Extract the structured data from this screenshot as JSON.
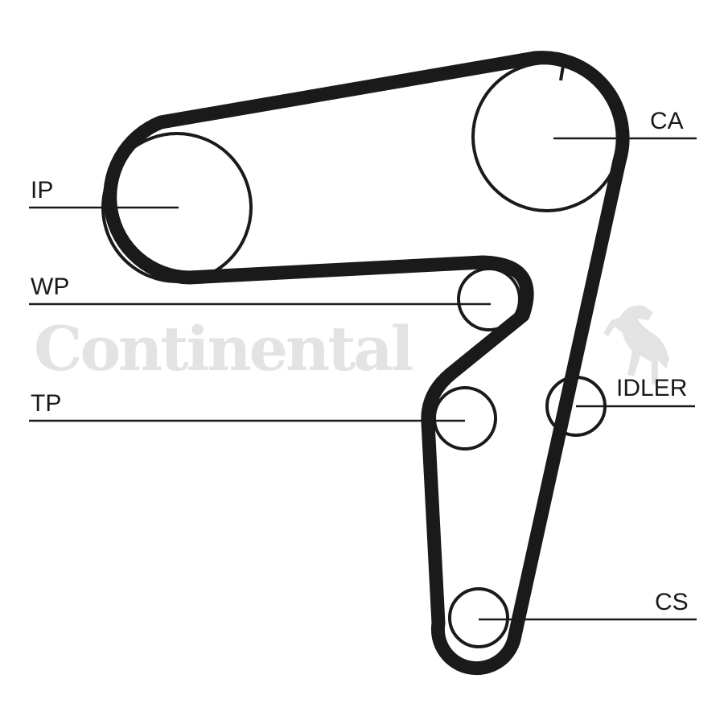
{
  "watermark": {
    "brand": "Continental",
    "emblem": "rearing-horse-icon",
    "color": "#e3e3e3"
  },
  "belt": {
    "color": "#1a1a1a"
  },
  "labels": {
    "ca": "CA",
    "ip": "IP",
    "wp": "WP",
    "tp": "TP",
    "idler": "IDLER",
    "cs": "CS"
  }
}
